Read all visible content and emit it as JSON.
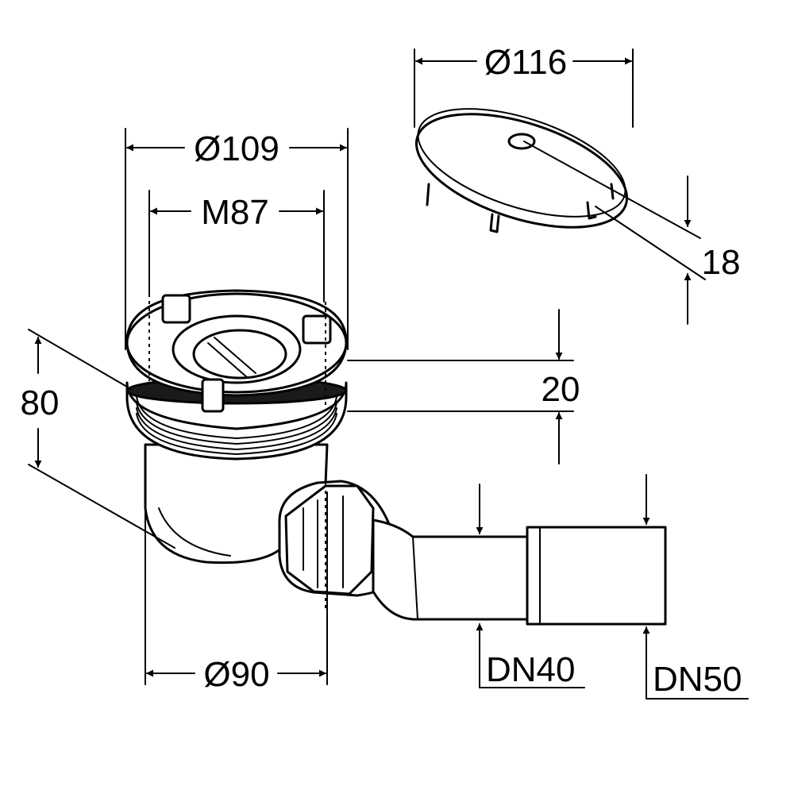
{
  "dimensions": {
    "cover_diameter": "Ø116",
    "cover_height": "18",
    "flange_diameter": "Ø109",
    "thread": "M87",
    "flange_height": "20",
    "total_height": "80",
    "body_diameter": "Ø90",
    "outlet_small": "DN40",
    "outlet_large": "DN50"
  },
  "colors": {
    "line": "#000000",
    "background": "#ffffff"
  }
}
